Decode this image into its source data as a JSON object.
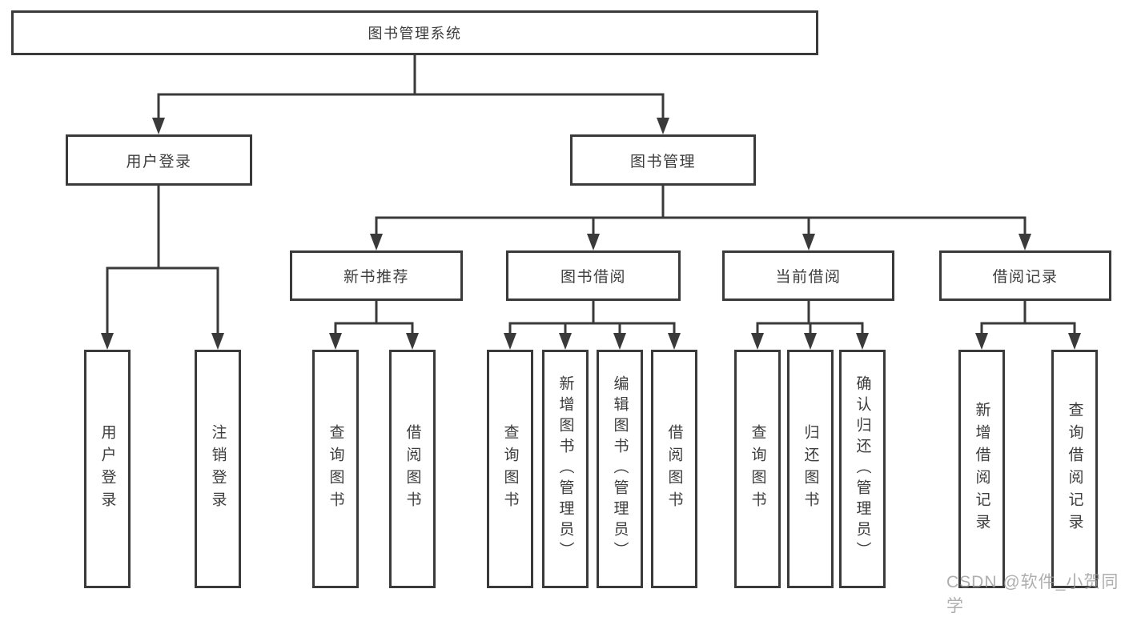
{
  "tree": {
    "root": "图书管理系统",
    "branches": [
      {
        "label": "用户登录",
        "leaves": [
          "用户登录",
          "注销登录"
        ]
      },
      {
        "label": "图书管理",
        "subbranches": [
          {
            "label": "新书推荐",
            "leaves": [
              "查询图书",
              "借阅图书"
            ]
          },
          {
            "label": "图书借阅",
            "leaves": [
              "查询图书",
              "新增图书（管理员）",
              "编辑图书（管理员）",
              "借阅图书"
            ]
          },
          {
            "label": "当前借阅",
            "leaves": [
              "查询图书",
              "归还图书",
              "确认归还（管理员）"
            ]
          },
          {
            "label": "借阅记录",
            "leaves": [
              "新增借阅记录",
              "查询借阅记录"
            ]
          }
        ]
      }
    ]
  },
  "watermark": "CSDN @软件_小贺同学",
  "colors": {
    "line": "#3a3a3a",
    "text": "#3d3d3d",
    "watermark": "#9a9a9a",
    "background": "#ffffff"
  }
}
